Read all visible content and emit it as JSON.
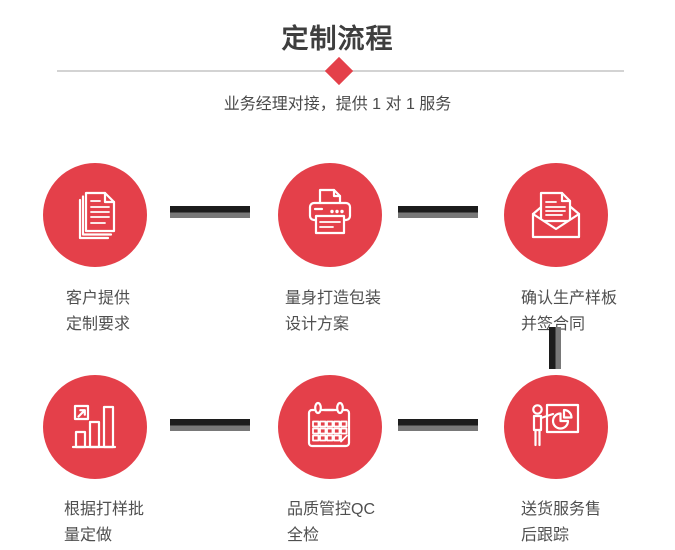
{
  "header": {
    "title": "定制流程",
    "subtitle": "业务经理对接，提供 1 对 1 服务"
  },
  "colors": {
    "accent_red": "#e4404a",
    "icon_stroke": "#ffffff",
    "connector_dark": "#1c1c1c",
    "connector_gray": "#787878",
    "divider_gray": "#d3d3d3",
    "title_text": "#3e3e3e",
    "label_text": "#4f4f4f"
  },
  "steps": [
    {
      "icon": "documents-icon",
      "label_line1": "客户提供",
      "label_line2": "定制要求"
    },
    {
      "icon": "printer-icon",
      "label_line1": "量身打造包装",
      "label_line2": "设计方案"
    },
    {
      "icon": "envelope-icon",
      "label_line1": "确认生产样板",
      "label_line2": "并签合同"
    },
    {
      "icon": "bar-chart-icon",
      "label_line1": "根据打样批",
      "label_line2": "量定做"
    },
    {
      "icon": "calendar-icon",
      "label_line1": "品质管控QC",
      "label_line2": "全检"
    },
    {
      "icon": "presentation-icon",
      "label_line1": "送货服务售",
      "label_line2": "后跟踪"
    }
  ]
}
